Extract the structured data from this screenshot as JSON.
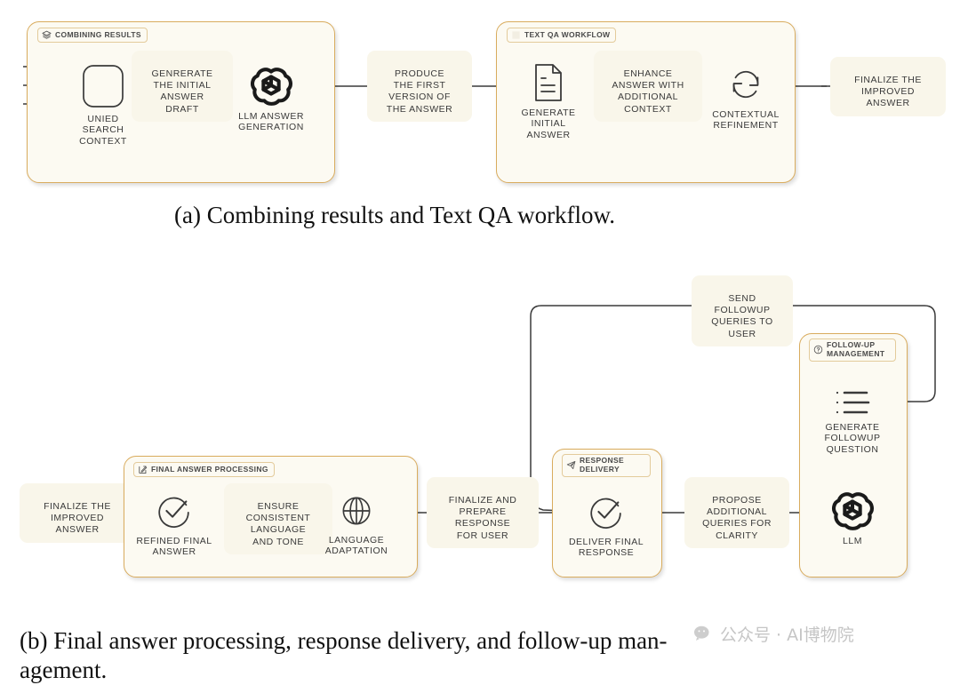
{
  "figure": {
    "panels": [
      {
        "id": "a",
        "caption": "(a) Combining results and Text QA workflow.",
        "groups": [
          {
            "id": "combining-results",
            "label": "COMBINING RESULTS",
            "icon": "layers-icon"
          },
          {
            "id": "text-qa-workflow",
            "label": "TEXT QA WORKFLOW",
            "icon": "blank-icon"
          }
        ],
        "nodes": [
          {
            "id": "unied-search-context",
            "caption": "UNIED\nSEARCH\nCONTEXT",
            "icon": "rounded-square-icon"
          },
          {
            "id": "llm-answer-generation",
            "caption": "LLM ANSWER\nGENERATION",
            "icon": "openai-logo-icon"
          },
          {
            "id": "generate-initial-answer",
            "caption": "GENERATE\nINITIAL\nANSWER",
            "icon": "document-icon"
          },
          {
            "id": "contextual-refinement",
            "caption": "CONTEXTUAL\nREFINEMENT",
            "icon": "refresh-cycle-icon"
          }
        ],
        "edge_labels": [
          {
            "id": "generate-initial-answer-draft",
            "text": "GENRERATE\nTHE INITIAL\nANSWER\nDRAFT"
          },
          {
            "id": "produce-first-version",
            "text": "PRODUCE\nTHE FIRST\nVERSION OF\nTHE ANSWER"
          },
          {
            "id": "enhance-answer",
            "text": "ENHANCE\nANSWER WITH\nADDITIONAL\nCONTEXT"
          },
          {
            "id": "finalize-improved-answer",
            "text": "FINALIZE THE\nIMPROVED\nANSWER"
          }
        ]
      },
      {
        "id": "b",
        "caption": "(b) Final answer processing, response delivery, and follow-up man-\nagement.",
        "groups": [
          {
            "id": "final-answer-processing",
            "label": "FINAL ANSWER PROCESSING",
            "icon": "pencil-square-icon"
          },
          {
            "id": "response-delivery",
            "label": "RESPONSE\nDELIVERY",
            "icon": "paper-plane-icon"
          },
          {
            "id": "follow-up-management",
            "label": "FOLLOW-UP\nMANAGEMENT",
            "icon": "question-circle-icon"
          }
        ],
        "nodes": [
          {
            "id": "refined-final-answer",
            "caption": "REFINED FINAL\nANSWER",
            "icon": "check-circle-icon"
          },
          {
            "id": "language-adaptation",
            "caption": "LANGUAGE\nADAPTATION",
            "icon": "globe-icon"
          },
          {
            "id": "deliver-final-response",
            "caption": "DELIVER FINAL\nRESPONSE",
            "icon": "check-circle-icon"
          },
          {
            "id": "generate-followup-question",
            "caption": "GENERATE\nFOLLOWUP\nQUESTION",
            "icon": "list-icon"
          },
          {
            "id": "llm",
            "caption": "LLM",
            "icon": "openai-logo-icon"
          }
        ],
        "edge_labels": [
          {
            "id": "finalize-improved-answer-in",
            "text": "FINALIZE THE\nIMPROVED\nANSWER"
          },
          {
            "id": "ensure-consistent-language",
            "text": "ENSURE\nCONSISTENT\nLANGUAGE\nAND TONE"
          },
          {
            "id": "finalize-prepare-response",
            "text": "FINALIZE AND\nPREPARE\nRESPONSE\nFOR USER"
          },
          {
            "id": "propose-additional-queries",
            "text": "PROPOSE\nADDITIONAL\nQUERIES FOR\nCLARITY"
          },
          {
            "id": "send-followup-queries",
            "text": "SEND\nFOLLOWUP\nQUERIES TO\nUSER"
          }
        ]
      }
    ]
  },
  "watermark": {
    "text": "公众号 · AI博物院",
    "icon": "wechat-icon"
  },
  "colors": {
    "group_border": "#D9AC5E",
    "group_fill": "#FCFAF2",
    "chip_fill": "#F9F6EA",
    "stroke": "#3a3a3a",
    "text": "#2e2e2e"
  }
}
